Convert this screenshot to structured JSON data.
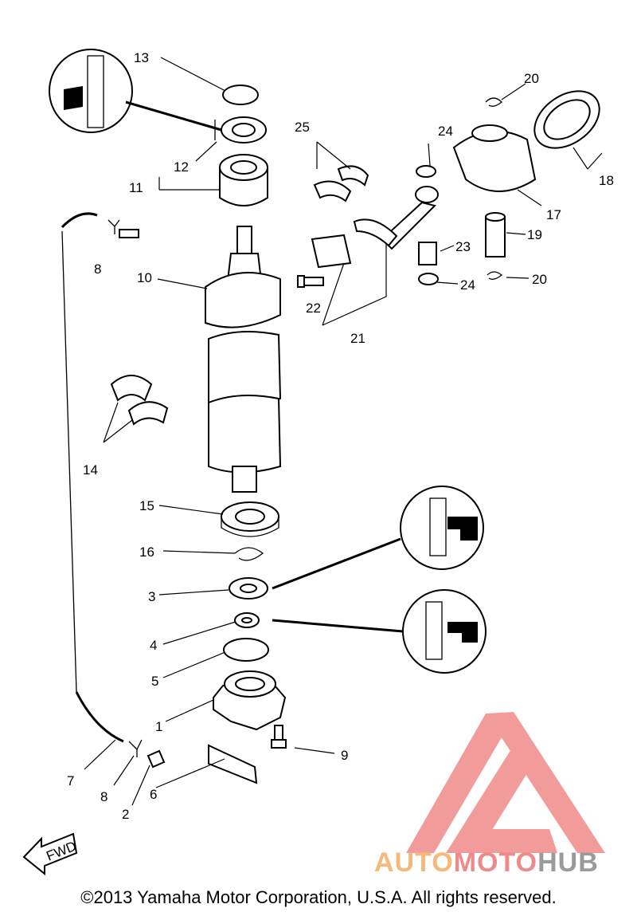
{
  "diagram": {
    "callouts": [
      "1",
      "2",
      "3",
      "4",
      "5",
      "6",
      "7",
      "8",
      "8",
      "9",
      "10",
      "11",
      "12",
      "13",
      "14",
      "15",
      "16",
      "17",
      "18",
      "19",
      "20",
      "20",
      "21",
      "22",
      "23",
      "24",
      "24",
      "25"
    ],
    "fwd_label": "FWD"
  },
  "copyright": "©2013 Yamaha Motor Corporation, U.S.A. All rights reserved.",
  "watermark": {
    "part1": "AUTO",
    "part2": "MOTO",
    "part3": "HUB"
  },
  "colors": {
    "watermark_logo": "#f08a8a",
    "watermark_auto": "#f6b97a",
    "watermark_hub": "#9a9a9a"
  }
}
